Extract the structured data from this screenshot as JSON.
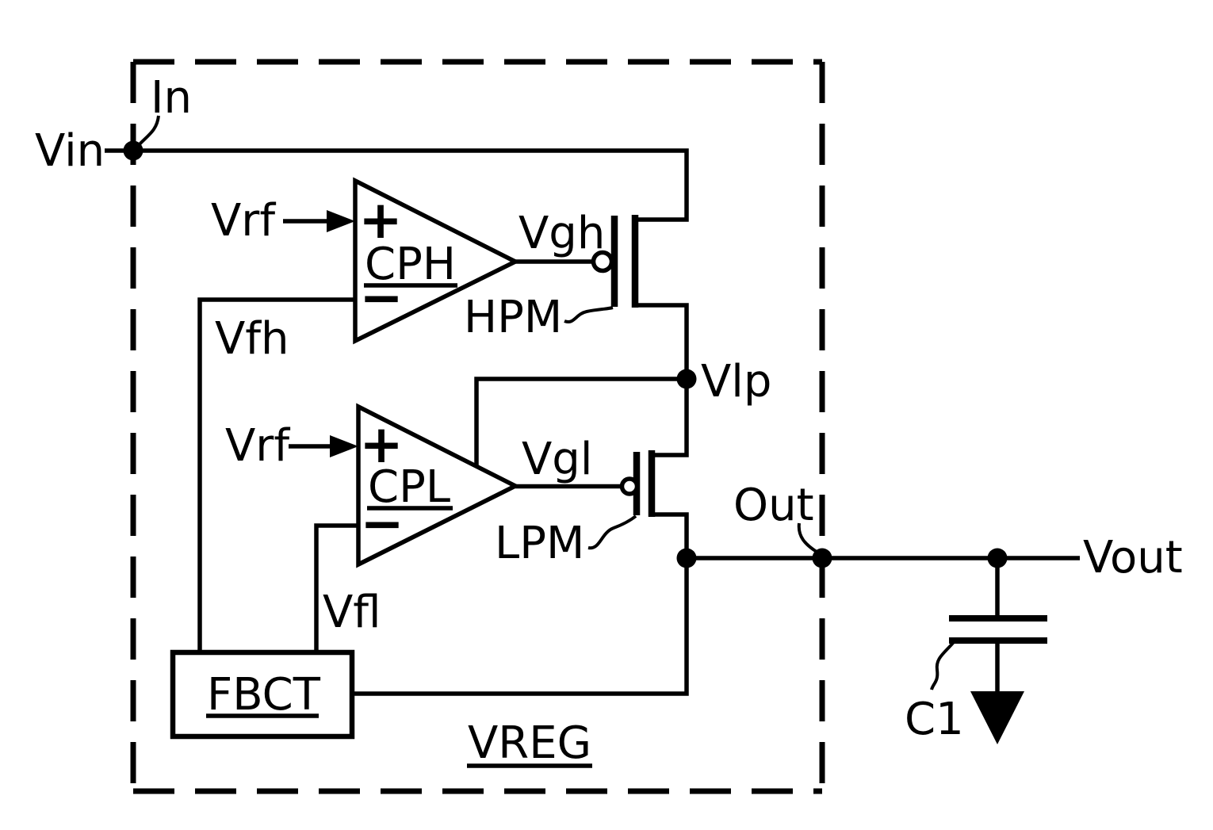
{
  "figure": {
    "background_color": "#ffffff",
    "line_color": "#000000",
    "block": {
      "label": "VREG"
    },
    "ports": {
      "input": "In",
      "output": "Out"
    },
    "nets": {
      "vin": "Vin",
      "vout": "Vout",
      "vrf_high": "Vrf",
      "vrf_low": "Vrf",
      "vgh": "Vgh",
      "vgl": "Vgl",
      "vfh": "Vfh",
      "vfl": "Vfl",
      "vlp": "Vlp"
    },
    "components": {
      "cph": {
        "label": "CPH",
        "plus": "+",
        "minus": "−"
      },
      "cpl": {
        "label": "CPL",
        "plus": "+",
        "minus": "−"
      },
      "hpm": {
        "label": "HPM"
      },
      "lpm": {
        "label": "LPM"
      },
      "fbct": {
        "label": "FBCT"
      },
      "c1": {
        "label": "C1"
      }
    }
  }
}
